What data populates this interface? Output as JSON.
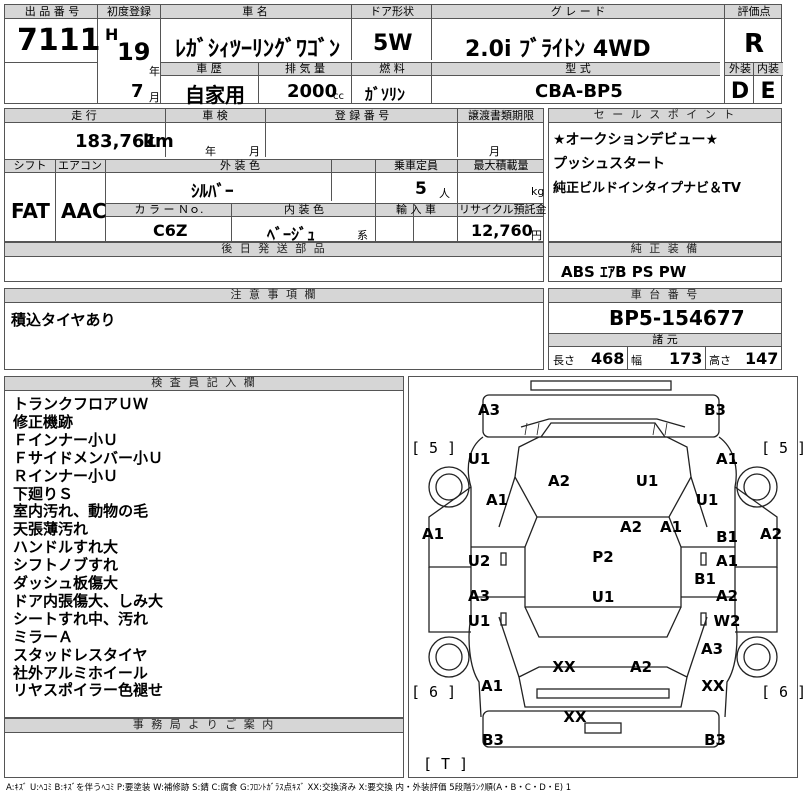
{
  "header": {
    "labels": {
      "lot_number": "出 品 番 号",
      "first_registration": "初度登録",
      "car_name": "車 名",
      "door_type": "ドア形状",
      "grade": "グ レ ー ド",
      "score": "評価点",
      "history": "車 歴",
      "displacement": "排 気 量",
      "fuel": "燃 料",
      "model_code": "型 式",
      "exterior": "外装",
      "interior": "内装",
      "era_year_unit": "年",
      "month_unit": "月",
      "cc_unit": "cc"
    },
    "lot_number": "7111",
    "era": "H",
    "year": "19",
    "month": "7",
    "car_name": "ﾚｶﾞｼｨﾂｰﾘﾝｸﾞﾜｺﾞﾝ",
    "door_type": "5W",
    "grade": "2.0i ﾌﾞﾗｲﾄﾝ 4WD",
    "score": "R",
    "history": "自家用",
    "displacement": "2000",
    "fuel": "ｶﾞｿﾘﾝ",
    "model_code": "CBA-BP5",
    "exterior_grade": "D",
    "interior_grade": "E"
  },
  "details": {
    "labels": {
      "mileage": "走 行",
      "inspection": "車 検",
      "registration_no": "登 録 番 号",
      "transfer_deadline": "譲渡書類期限",
      "shift": "シフト",
      "aircon": "エアコン",
      "exterior_color": "外 装 色",
      "capacity": "乗車定員",
      "max_load": "最大積載量",
      "color_no": "カ ラ ー Ｎｏ.",
      "interior_color": "内 装 色",
      "import": "輸 入 車",
      "recycle_fee": "リサイクル預託金",
      "year_unit": "年",
      "month_unit": "月",
      "person_unit": "人",
      "kg_unit": "kg",
      "color_suffix": "系",
      "yen_unit": "円"
    },
    "mileage": "183,761",
    "mileage_unit": "km",
    "shift": "FAT",
    "aircon": "AAC",
    "exterior_color": "ｼﾙﾊﾞｰ",
    "capacity": "5",
    "color_no": "C6Z",
    "interior_color": "ﾍﾞｰｼﾞｭ",
    "recycle_fee": "12,760"
  },
  "later_parts": {
    "label": "後 日 発 送 部 品",
    "value": ""
  },
  "sales_points": {
    "label": "セ ー ル ス ポ イ ン ト",
    "items": [
      "★オークションデビュー★",
      "プッシュスタート",
      "純正ビルドインタイプナビ＆TV"
    ]
  },
  "genuine_equipment": {
    "label": "純 正 装 備",
    "value": "ABS ｴｱB PS PW"
  },
  "caution": {
    "label": "注 意 事 項 欄",
    "text": "積込タイヤあり"
  },
  "chassis": {
    "label": "車 台 番 号",
    "number": "BP5-154677",
    "spec_label": "諸 元",
    "length_label": "長さ",
    "length": "468",
    "width_label": "幅",
    "width": "173",
    "height_label": "高さ",
    "height": "147"
  },
  "inspector_notes": {
    "label": "検 査 員 記 入 欄",
    "lines": [
      "トランクフロアＵＷ",
      "修正機跡",
      "Ｆインナー小Ｕ",
      "Ｆサイドメンバー小Ｕ",
      "Ｒインナー小Ｕ",
      "下廻りＳ",
      "室内汚れ、動物の毛",
      "天張薄汚れ",
      "ハンドルすれ大",
      "シフトノブすれ",
      "ダッシュ板傷大",
      "ドア内張傷大、しみ大",
      "シートすれ中、汚れ",
      "ミラーＡ",
      "スタッドレスタイヤ",
      "社外アルミホイール",
      "リヤスポイラー色褪せ"
    ]
  },
  "office_notice": {
    "label": "事 務 局 よ り ご 案 内",
    "text": ""
  },
  "diagram": {
    "tire_front_left": "[ 5 ]",
    "tire_front_right": "[ 5 ]",
    "tire_rear_left": "[ 6 ]",
    "tire_rear_right": "[ 6 ]",
    "spare": "[ T ]",
    "codes": {
      "front_bumper_left": "A3",
      "front_bumper_right": "B3",
      "fender_fl": "U1",
      "fender_fr": "A1",
      "hood_left": "A2",
      "hood_right": "U1",
      "fender_fl_lower": "A1",
      "fender_fr_lower": "U1",
      "a_pillar_right": "A2",
      "a_pillar_right2": "A1",
      "side_left": "A1",
      "side_right": "A2",
      "mirror_right": "B1",
      "door_fl": "U2",
      "door_fr": "A1",
      "roof": "P2",
      "door_fr_lower": "B1",
      "door_rl": "A3",
      "door_rl2": "U1",
      "roof_rear": "U1",
      "door_rr": "A2",
      "door_rr2": "W2",
      "rear_fender_right": "A3",
      "rear_glass_left": "XX",
      "rear_glass_right": "A2",
      "rear_fender_left": "A1",
      "rear_fender_right2": "XX",
      "tailgate": "XX",
      "rear_bumper_left": "B3",
      "rear_bumper_right": "B3"
    }
  },
  "legend": "A:ｷｽﾞ U:ﾍｺﾐ B:ｷｽﾞを伴うﾍｺﾐ P:要塗装 W:補修跡 S:錆 C:腐食 G:ﾌﾛﾝﾄｶﾞﾗｽ点ｷｽﾞ XX:交換済み X:要交換 内・外装評価 5段階ﾗﾝｸ順(A・B・C・D・E) 1"
}
